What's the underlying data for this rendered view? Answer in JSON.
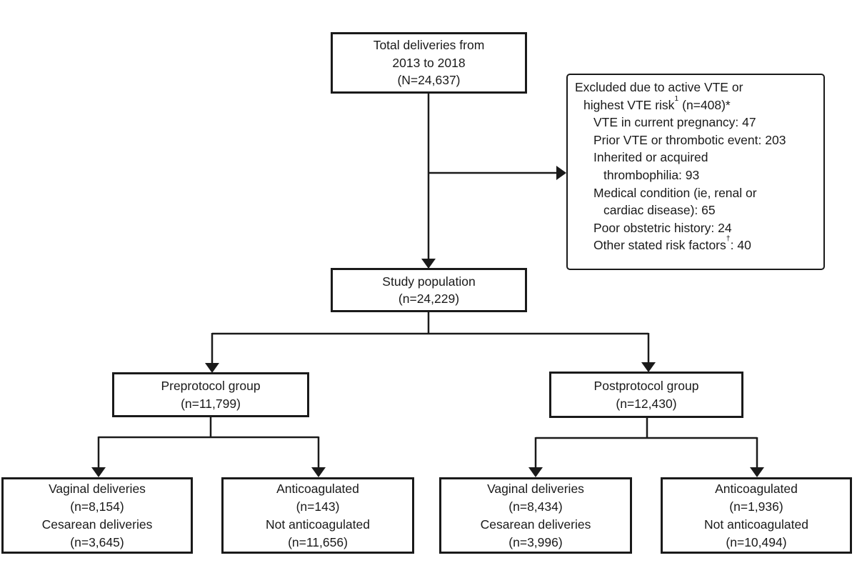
{
  "diagram": {
    "colors": {
      "line": "#1a1a1a",
      "text": "#1a1a1a",
      "background": "#ffffff"
    },
    "boxes": {
      "total": {
        "lines": [
          "Total deliveries from",
          "2013 to 2018",
          "(N=24,637)"
        ]
      },
      "excluded": {
        "heading_line1": "Excluded due to active VTE or",
        "heading_line2": {
          "text": "highest VTE risk",
          "sup": "1",
          "tail": " (n=408)*"
        },
        "reasons": [
          {
            "lines": [
              "VTE in current pregnancy: 47"
            ]
          },
          {
            "lines": [
              "Prior VTE or thrombotic event: 203"
            ]
          },
          {
            "lines": [
              "Inherited or acquired",
              "thrombophilia: 93"
            ]
          },
          {
            "lines": [
              "Medical condition (ie, renal or",
              "cardiac disease): 65"
            ]
          },
          {
            "lines": [
              "Poor obstetric history: 24"
            ]
          }
        ],
        "last_reason": {
          "text": "Other stated risk factors",
          "sup": "†",
          "tail": ": 40"
        }
      },
      "study": {
        "lines": [
          "Study population",
          "(n=24,229)"
        ]
      },
      "preprotocol": {
        "lines": [
          "Preprotocol group",
          "(n=11,799)"
        ]
      },
      "postprotocol": {
        "lines": [
          "Postprotocol group",
          "(n=12,430)"
        ]
      },
      "pre_deliveries": {
        "lines": [
          "Vaginal deliveries",
          "(n=8,154)",
          "Cesarean deliveries",
          "(n=3,645)"
        ]
      },
      "pre_anticoagulation": {
        "lines": [
          "Anticoagulated",
          "(n=143)",
          "Not anticoagulated",
          "(n=11,656)"
        ]
      },
      "post_deliveries": {
        "lines": [
          "Vaginal deliveries",
          "(n=8,434)",
          "Cesarean deliveries",
          "(n=3,996)"
        ]
      },
      "post_anticoagulation": {
        "lines": [
          "Anticoagulated",
          "(n=1,936)",
          "Not anticoagulated",
          "(n=10,494)"
        ]
      }
    }
  }
}
